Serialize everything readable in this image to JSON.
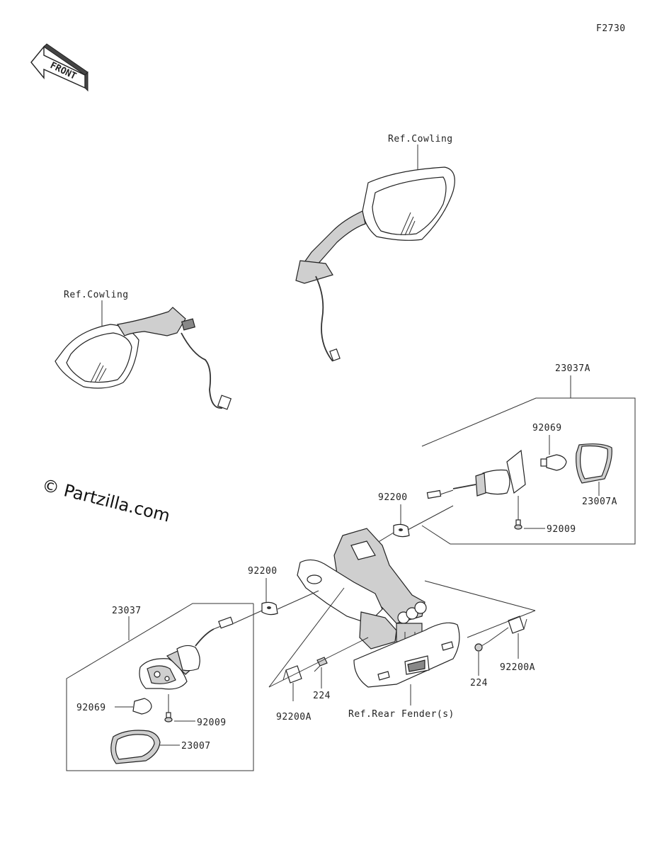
{
  "figure_code": "F2730",
  "front_indicator": "FRONT",
  "watermark": "© Partzilla.com",
  "labels": {
    "ref_cowling_right": "Ref.Cowling",
    "ref_cowling_left": "Ref.Cowling",
    "ref_rear_fender": "Ref.Rear Fender(s)"
  },
  "parts": {
    "p23037A": "23037A",
    "p92069_right": "92069",
    "p23007A": "23007A",
    "p92200_right": "92200",
    "p92009_right": "92009",
    "p92200_left": "92200",
    "p23037": "23037",
    "p92069_left": "92069",
    "p92009_left": "92009",
    "p23007": "23007",
    "p224_left": "224",
    "p92200A_left": "92200A",
    "p224_right": "224",
    "p92200A_right": "92200A"
  },
  "colors": {
    "line": "#333333",
    "background": "#ffffff"
  }
}
